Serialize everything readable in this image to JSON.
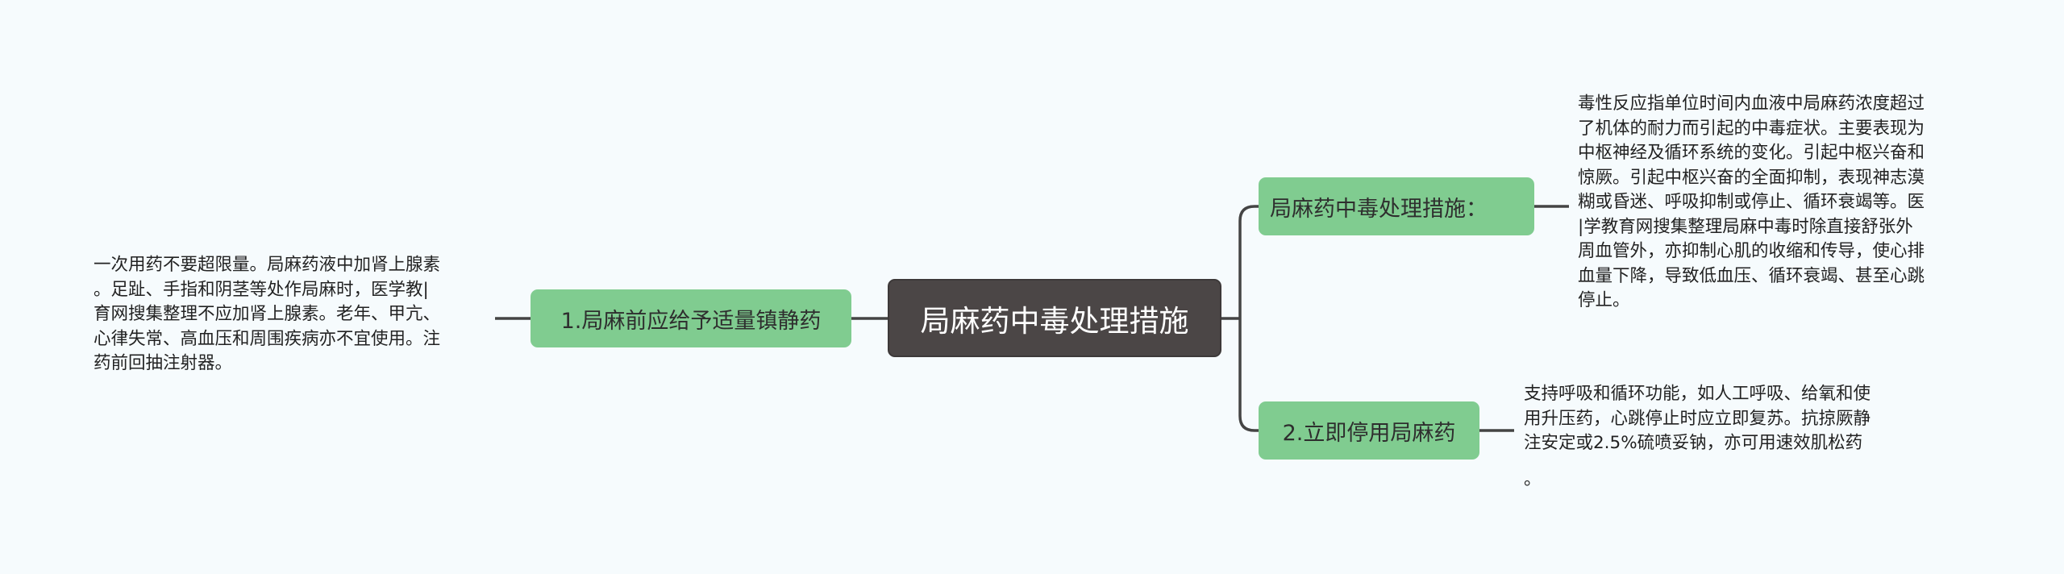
{
  "center": {
    "label": "局麻药中毒处理措施"
  },
  "left_branch": {
    "label": "1.局麻前应给予适量镇静药",
    "note_lines": [
      "一次用药不要超限量。局麻药液中加肾上腺素",
      "。足趾、手指和阴茎等处作局麻时，医学教|",
      "育网搜集整理不应加肾上腺素。老年、甲亢、",
      "心律失常、高血压和周围疾病亦不宜使用。注",
      "药前回抽注射器。"
    ]
  },
  "right_branches": [
    {
      "label": "局麻药中毒处理措施：",
      "note_lines": [
        "毒性反应指单位时间内血液中局麻药浓度超过",
        "了机体的耐力而引起的中毒症状。主要表现为",
        "中枢神经及循环系统的变化。引起中枢兴奋和",
        "惊厥。引起中枢兴奋的全面抑制，表现神志漠",
        "糊或昏迷、呼吸抑制或停止、循环衰竭等。医",
        "|学教育网搜集整理局麻中毒时除直接舒张外",
        "周血管外，亦抑制心肌的收缩和传导，使心排",
        "血量下降，导致低血压、循环衰竭、甚至心跳",
        "停止。"
      ]
    },
    {
      "label": "2.立即停用局麻药",
      "note_lines": [
        "支持呼吸和循环功能，如人工呼吸、给氧和使",
        "用升压药，心跳停止时应立即复苏。抗掠厥静",
        "注安定或2.5%硫喷妥钠，亦可用速效肌松药",
        "。"
      ]
    }
  ],
  "colors": {
    "background": "#f6fbfd",
    "center": "#4b4646",
    "branch": "#80cc90",
    "line": "#444444"
  }
}
